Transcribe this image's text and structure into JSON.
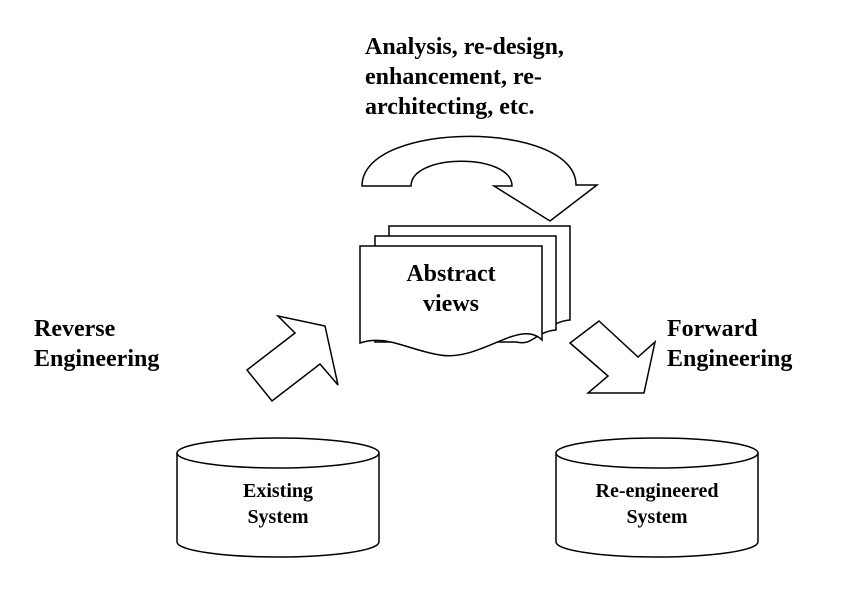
{
  "diagram": {
    "top_label": [
      "Analysis, re-design,",
      "enhancement, re-",
      "architecting, etc."
    ],
    "abstract_views": [
      "Abstract",
      "views"
    ],
    "reverse_engineering": [
      "Reverse",
      "Engineering"
    ],
    "forward_engineering": [
      "Forward",
      "Engineering"
    ],
    "existing_system": [
      "Existing",
      "System"
    ],
    "reengineered_system": [
      "Re-engineered",
      "System"
    ]
  }
}
